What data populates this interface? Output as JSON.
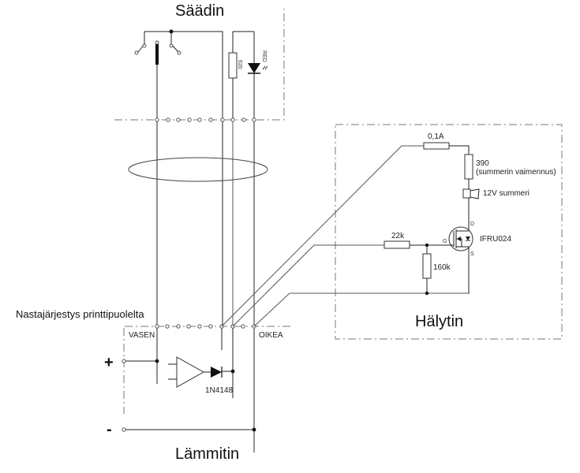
{
  "diagram": {
    "title_controller": "Säädin",
    "title_alarm": "Hälytin",
    "title_heater": "Lämmitin",
    "pin_order_label": "Nastajärjestys printtipuolelta",
    "left_label": "VASEN",
    "right_label": "OIKEA",
    "plus_sign": "+",
    "minus_sign": "-",
    "components": {
      "resistor_620": "620",
      "led_label": "RED",
      "fuse": "0,1A",
      "resistor_390": "390",
      "resistor_390_note": "(summerin vaimennus)",
      "buzzer": "12V summeri",
      "resistor_22k": "22k",
      "resistor_160k": "160k",
      "mosfet": "IFRU024",
      "mosfet_drain": "D",
      "mosfet_gate": "G",
      "mosfet_source": "S",
      "diode": "1N4148"
    },
    "colors": {
      "line": "#222222",
      "boundary": "#777777",
      "background": "#ffffff"
    }
  }
}
